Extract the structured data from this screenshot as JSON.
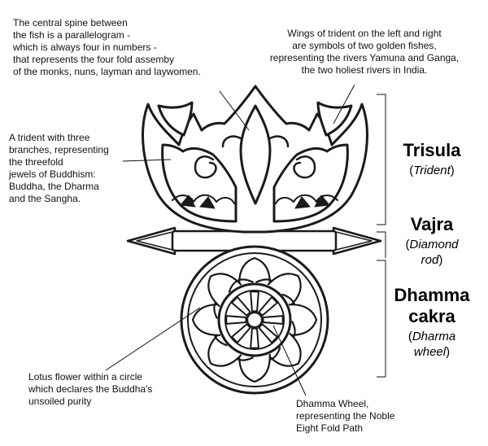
{
  "annotations": {
    "spine": "The central spine between\nthe fish is a parallelogram -\nwhich is always four in numbers -\nthat represents the four fold assemby\nof the monks, nuns, layman and laywomen.",
    "wings": "Wings of trident on the left and right\nare symbols of two golden fishes,\nrepresenting the rivers Yamuna and Ganga,\nthe two holiest rivers in India.",
    "trident": "A trident with three\nbranches, representing\nthe threefold\njewels of Buddhism:\nBuddha, the Dharma\nand the Sangha.",
    "lotus": "Lotus flower within a circle\nwhich declares the Buddha's\nunsoiled purity",
    "wheel": "Dhamma Wheel,\nrepresenting the Noble\nEight Fold Path"
  },
  "labels": {
    "trisula": {
      "title": "Trisula",
      "open": "(",
      "sub": "Trident",
      "close": ")"
    },
    "vajra": {
      "title": "Vajra",
      "open": "(",
      "sub_line1": "Diamond",
      "sub_line2": "rod",
      "close": ")"
    },
    "dhamma": {
      "title_line1": "Dhamma",
      "title_line2": "cakra",
      "open": "(",
      "sub_line1": "Dharma",
      "sub_line2": "wheel",
      "close": ")"
    }
  },
  "colors": {
    "line": "#1a1a1a",
    "background": "#ffffff"
  }
}
